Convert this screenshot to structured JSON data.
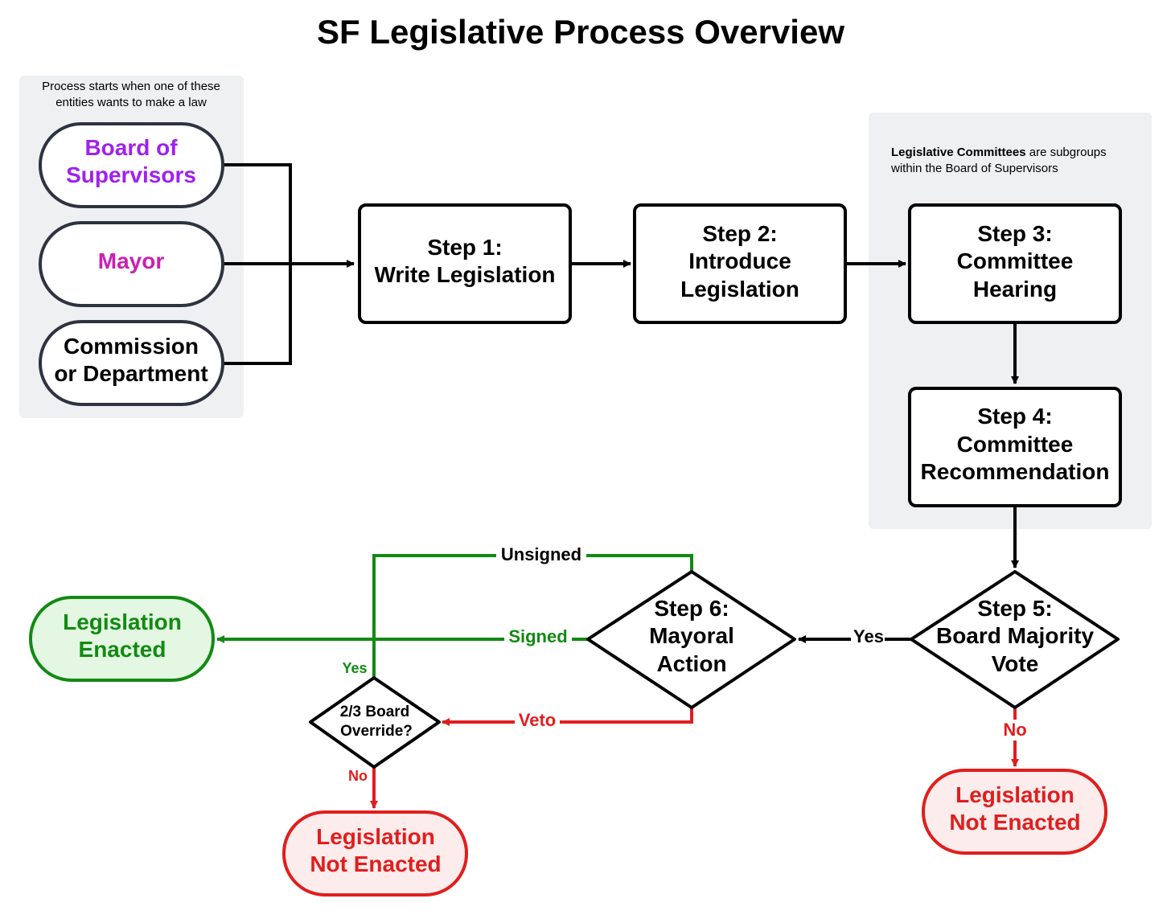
{
  "title": "SF Legislative Process Overview",
  "colors": {
    "black": "#000000",
    "group_bg": "#eff0f2",
    "purple": "#a020f0",
    "magenta": "#cc1fb0",
    "green": "#128a12",
    "green_fill": "#e3f7e3",
    "red": "#e01e1e",
    "red_fill": "#fdecec"
  },
  "groups": {
    "initiators": {
      "note_line1": "Process starts when one of these",
      "note_line2": "entities wants to make a law"
    },
    "committees": {
      "note_bold": "Legislative Committees",
      "note_rest": " are subgroups",
      "note_line2": "within the Board of Supervisors"
    }
  },
  "initiators": {
    "board": {
      "line1": "Board of",
      "line2": "Supervisors"
    },
    "mayor": {
      "line1": "Mayor"
    },
    "commission": {
      "line1": "Commission",
      "line2": "or Department"
    }
  },
  "steps": {
    "step1": {
      "line1": "Step 1:",
      "line2": "Write Legislation"
    },
    "step2": {
      "line1": "Step 2:",
      "line2": "Introduce",
      "line3": "Legislation"
    },
    "step3": {
      "line1": "Step 3:",
      "line2": "Committee",
      "line3": "Hearing"
    },
    "step4": {
      "line1": "Step 4:",
      "line2": "Committee",
      "line3": "Recommendation"
    },
    "step5": {
      "line1": "Step 5:",
      "line2": "Board Majority",
      "line3": "Vote"
    },
    "step6": {
      "line1": "Step 6:",
      "line2": "Mayoral",
      "line3": "Action"
    },
    "override": {
      "line1": "2/3 Board",
      "line2": "Override?"
    }
  },
  "outcomes": {
    "enacted": {
      "line1": "Legislation",
      "line2": "Enacted"
    },
    "not_enacted_left": {
      "line1": "Legislation",
      "line2": "Not Enacted"
    },
    "not_enacted_right": {
      "line1": "Legislation",
      "line2": "Not Enacted"
    }
  },
  "edge_labels": {
    "yes_vote": "Yes",
    "no_vote": "No",
    "unsigned": "Unsigned",
    "signed": "Signed",
    "veto": "Veto",
    "override_yes": "Yes",
    "override_no": "No"
  }
}
